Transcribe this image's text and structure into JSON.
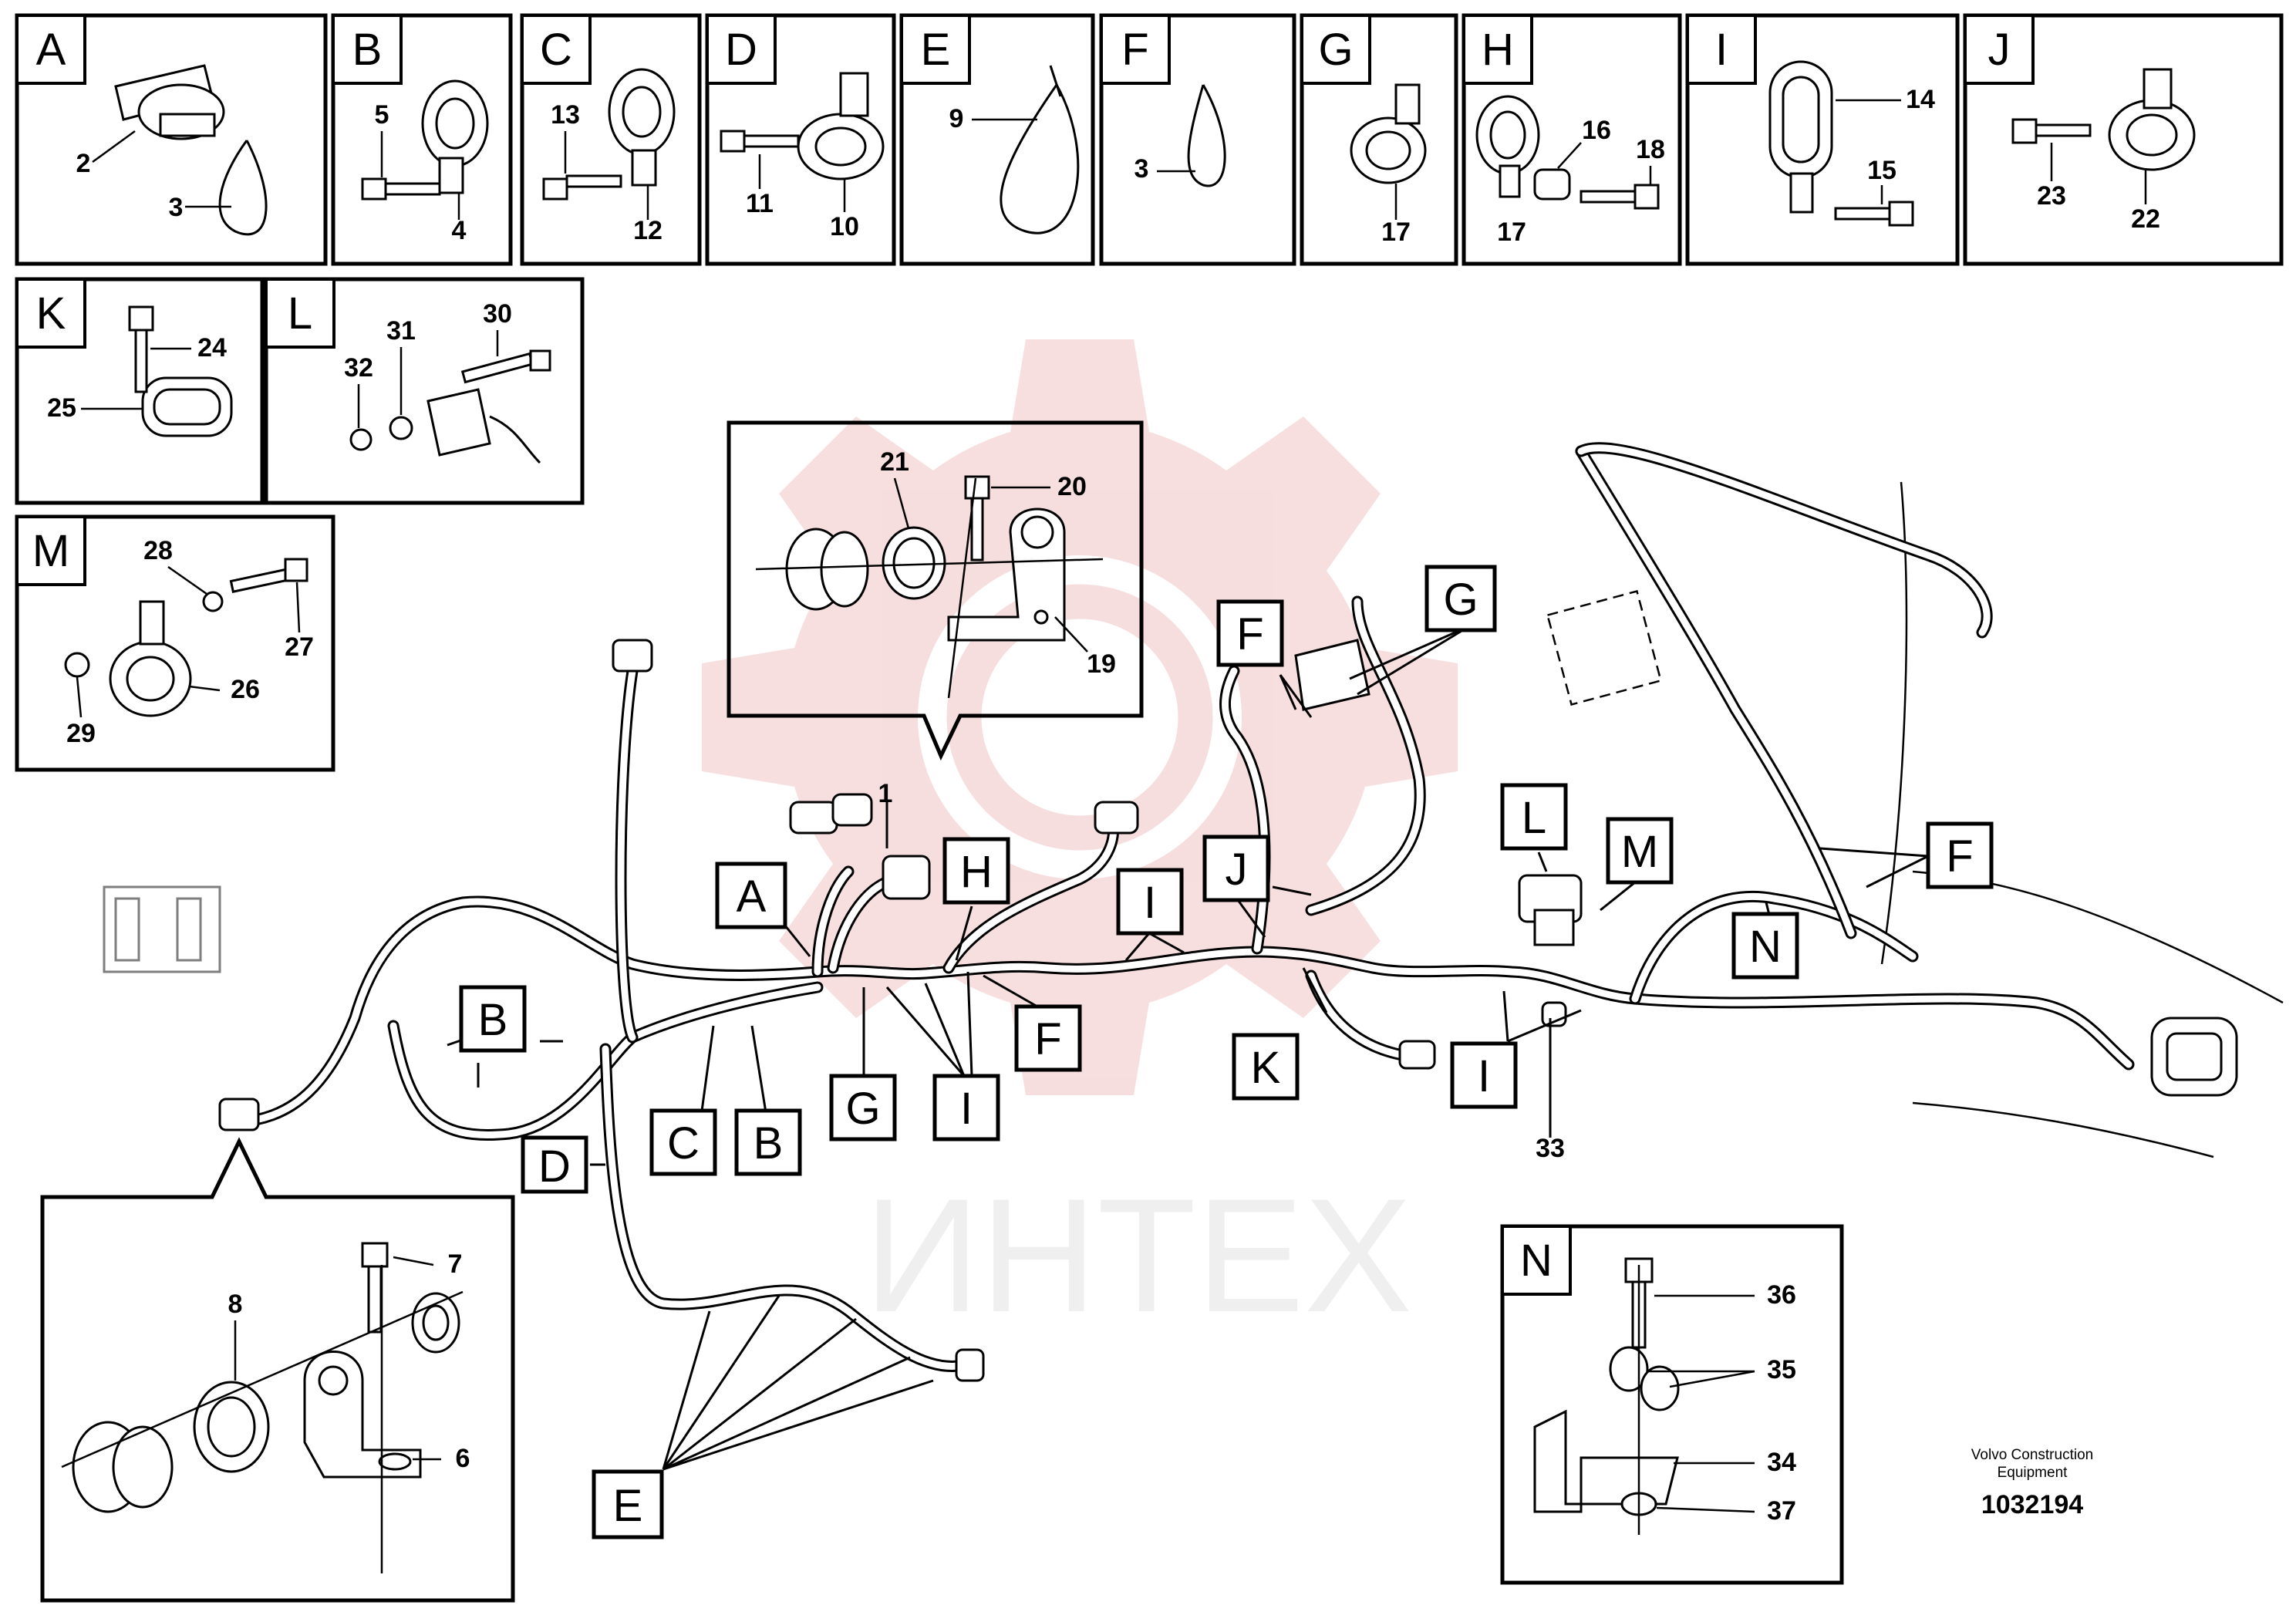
{
  "top_panels": [
    {
      "letter": "A",
      "numbers": [
        "2",
        "3"
      ]
    },
    {
      "letter": "B",
      "numbers": [
        "5",
        "4"
      ]
    },
    {
      "letter": "C",
      "numbers": [
        "13",
        "12"
      ]
    },
    {
      "letter": "D",
      "numbers": [
        "11",
        "10"
      ]
    },
    {
      "letter": "E",
      "numbers": [
        "9"
      ]
    },
    {
      "letter": "F",
      "numbers": [
        "3"
      ]
    },
    {
      "letter": "G",
      "numbers": [
        "17"
      ]
    },
    {
      "letter": "H",
      "numbers": [
        "16",
        "18",
        "17"
      ]
    },
    {
      "letter": "I",
      "numbers": [
        "14",
        "15"
      ]
    },
    {
      "letter": "J",
      "numbers": [
        "23",
        "22"
      ]
    }
  ],
  "side_panels": [
    {
      "letter": "K",
      "numbers": [
        "24",
        "25"
      ]
    },
    {
      "letter": "L",
      "numbers": [
        "31",
        "30",
        "32"
      ]
    },
    {
      "letter": "M",
      "numbers": [
        "28",
        "27",
        "26",
        "29"
      ]
    }
  ],
  "detail_upper": {
    "numbers": [
      "21",
      "20",
      "19"
    ]
  },
  "detail_lower": {
    "numbers": [
      "7",
      "8",
      "6"
    ]
  },
  "panel_n": {
    "letter": "N",
    "numbers": [
      "36",
      "35",
      "34",
      "37"
    ]
  },
  "callouts": [
    "A",
    "B",
    "C",
    "B",
    "G",
    "I",
    "H",
    "F",
    "I",
    "J",
    "F",
    "G",
    "L",
    "M",
    "K",
    "I",
    "N",
    "F",
    "D",
    "E"
  ],
  "part_labels": {
    "harness_clip": "1",
    "connector": "33"
  },
  "footer": {
    "brand_line1": "Volvo Construction",
    "brand_line2": "Equipment",
    "doc_number": "1032194"
  },
  "watermark": {
    "text": "ИНТЕХ",
    "color": "#f2c4c4"
  }
}
